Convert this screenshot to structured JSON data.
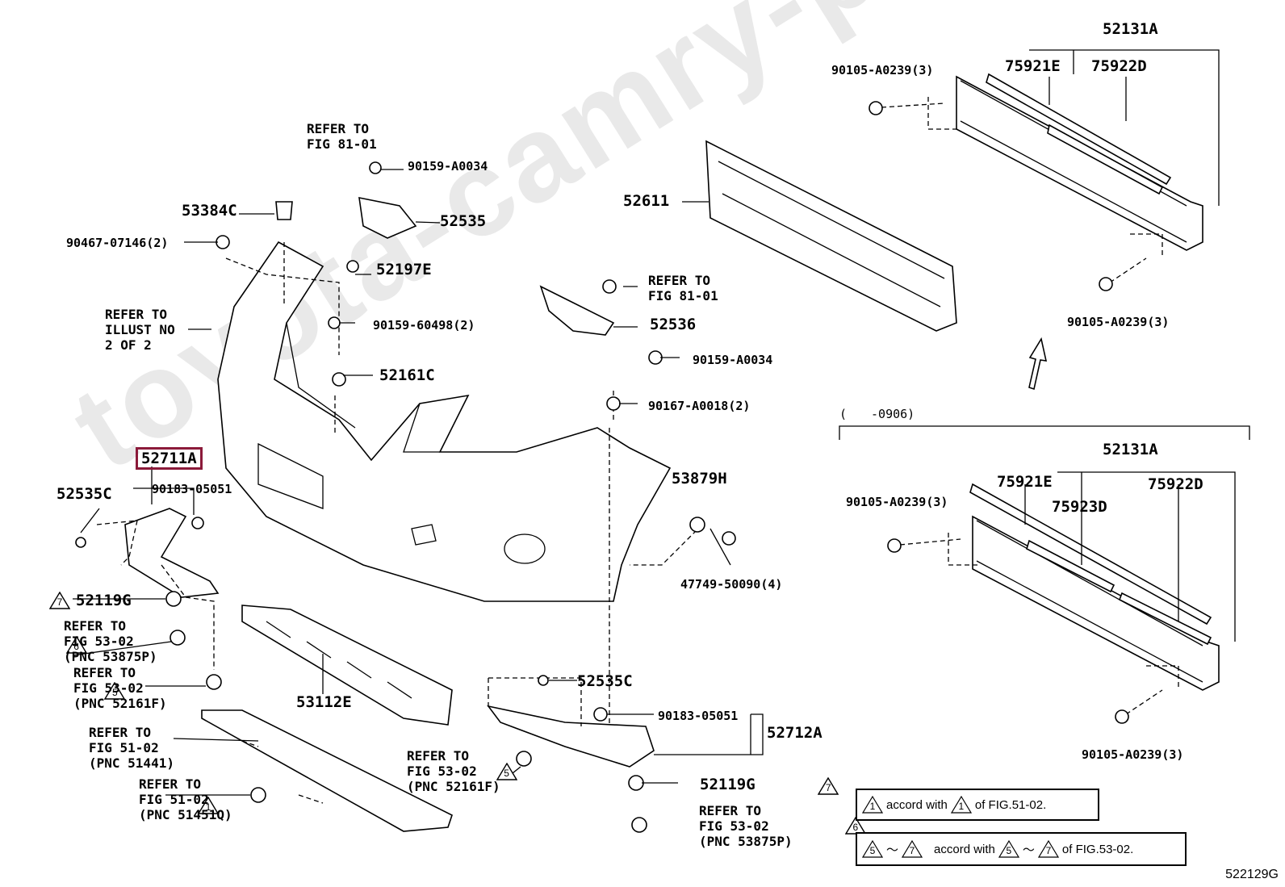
{
  "watermark": "toyota-camry-parts",
  "figure_code": "522129G",
  "variant_label": "(　　-0906)",
  "labels": {
    "p52131A_top": "52131A",
    "p75921E_top": "75921E",
    "p75922D_top": "75922D",
    "p90105_top_a": "90105-A0239(3)",
    "p90105_top_b": "90105-A0239(3)",
    "p52611": "52611",
    "p52131A_bot": "52131A",
    "p75921E_bot": "75921E",
    "p75923D_bot": "75923D",
    "p75922D_bot": "75922D",
    "p90105_bot_a": "90105-A0239(3)",
    "p90105_bot_b": "90105-A0239(3)",
    "p90159_A0034_a": "90159-A0034",
    "p52535": "52535",
    "p53384C": "53384C",
    "p90467": "90467-07146(2)",
    "p52197E": "52197E",
    "p90159_60498": "90159-60498(2)",
    "p52161C": "52161C",
    "p52536": "52536",
    "p90159_A0034_b": "90159-A0034",
    "p90167": "90167-A0018(2)",
    "p53879H": "53879H",
    "p47749": "47749-50090(4)",
    "p52711A": "52711A",
    "p90183_a": "90183-05051",
    "p52535C_a": "52535C",
    "p52119G_a": "52119G",
    "p53112E": "53112E",
    "p52535C_b": "52535C",
    "p90183_b": "90183-05051",
    "p52712A": "52712A",
    "p52119G_b": "52119G"
  },
  "refs": {
    "r_fig8101_a": "REFER TO\nFIG 81-01",
    "r_illust": "REFER TO\nILLUST NO\n2 OF 2",
    "r_fig8101_b": "REFER TO\nFIG 81-01",
    "r_5302_a": "REFER TO\nFIG 53-02\n(PNC 53875P)",
    "r_5302_b": "REFER TO\nFIG 53-02\n(PNC 52161F)",
    "r_5102_a": "REFER TO\nFIG 51-02\n(PNC 51441)",
    "r_5102_b": "REFER TO\nFIG 51-02\n(PNC 51451Q)",
    "r_5302_c": "REFER TO\nFIG 53-02\n(PNC 52161F)",
    "r_5302_d": "REFER TO\nFIG 53-02\n(PNC 53875P)"
  },
  "triangles": {
    "t7a": "7",
    "t6a": "6",
    "t5a": "5",
    "t1a": "1",
    "t5b": "5",
    "t7b": "7",
    "t6b": "6"
  },
  "legend1": {
    "mark": "1",
    "text_a": "accord with",
    "mark2": "1",
    "text_b": "of FIG.51-02."
  },
  "legend2": {
    "mark_a": "5",
    "tilde_a": "～",
    "mark_b": "7",
    "text_a": "accord with",
    "mark_c": "5",
    "tilde_b": "～",
    "mark_d": "7",
    "text_b": "of FIG.53-02."
  }
}
